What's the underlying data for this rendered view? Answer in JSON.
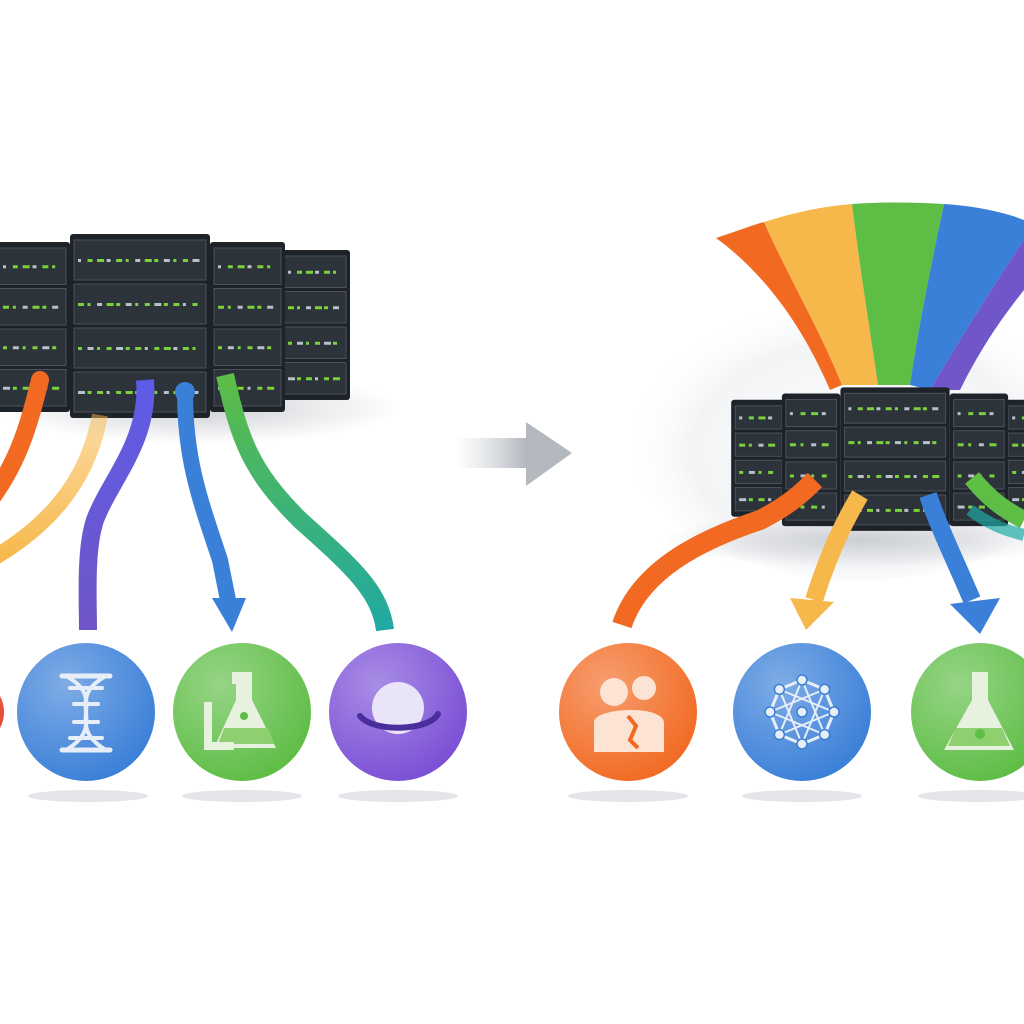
{
  "diagram": {
    "colors": {
      "orange": "#F26A22",
      "yellow": "#F7B84B",
      "purple": "#7056C8",
      "blue": "#3A7FD8",
      "green": "#5EBD45",
      "teal": "#20A9A4",
      "rack_dark": "#1E2329",
      "led_green": "#7BD23A",
      "transition_arrow": "#C9CDD2"
    },
    "left_panel": {
      "server": "server-rack-cluster",
      "flows": [
        {
          "name": "orange-flow",
          "color": "orange"
        },
        {
          "name": "yellow-flow",
          "color": "yellow"
        },
        {
          "name": "purple-flow",
          "color": "purple"
        },
        {
          "name": "blue-flow",
          "color": "blue"
        },
        {
          "name": "green-teal-flow",
          "color": "green"
        }
      ],
      "nodes": [
        {
          "icon": "red-partial-icon",
          "color": "#E2482E"
        },
        {
          "icon": "dna-helix-icon",
          "color": "blue"
        },
        {
          "icon": "lab-flask-icon",
          "color": "green"
        },
        {
          "icon": "planet-icon",
          "color": "purple"
        }
      ]
    },
    "transition": {
      "icon": "right-arrow-icon"
    },
    "right_panel": {
      "server": "server-rack-cluster",
      "fan": [
        "orange",
        "yellow",
        "green",
        "blue",
        "purple"
      ],
      "nodes": [
        {
          "icon": "people-icon",
          "color": "orange"
        },
        {
          "icon": "network-graph-icon",
          "color": "blue"
        },
        {
          "icon": "lab-flask-icon",
          "color": "green"
        }
      ]
    }
  }
}
